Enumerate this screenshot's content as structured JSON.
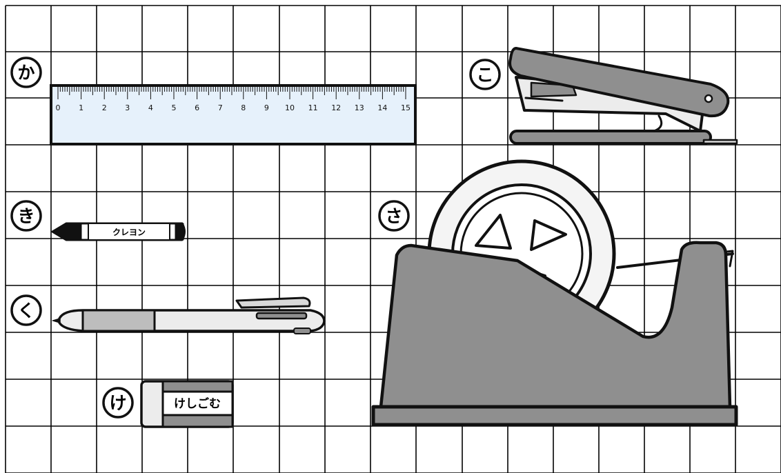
{
  "labels": {
    "ka": "か",
    "ki": "き",
    "ku": "く",
    "ke": "け",
    "ko": "こ",
    "sa": "さ"
  },
  "ruler": {
    "ticks": [
      "0",
      "1",
      "2",
      "3",
      "4",
      "5",
      "6",
      "7",
      "8",
      "9",
      "10",
      "11",
      "12",
      "13",
      "14",
      "15"
    ]
  },
  "crayon": {
    "text": "クレヨン"
  },
  "eraser": {
    "text": "けしごむ"
  },
  "colors": {
    "grid": "#000000",
    "gray": "#8f8f8f",
    "light_gray": "#d9d9d9",
    "ruler_fill": "#e6f1fb",
    "outline": "#111111"
  },
  "icons": {
    "ka": "ruler-icon",
    "ki": "crayon-icon",
    "ku": "pen-icon",
    "ke": "eraser-icon",
    "ko": "stapler-icon",
    "sa": "tape-dispenser-icon"
  }
}
